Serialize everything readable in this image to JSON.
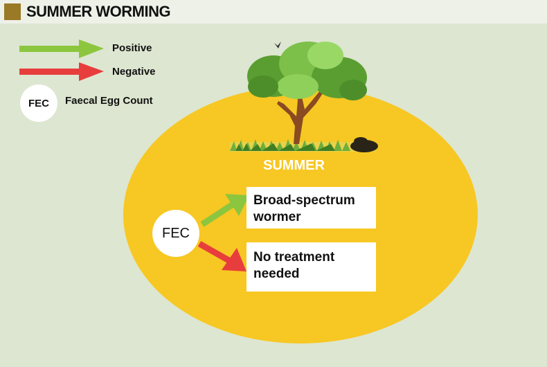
{
  "header": {
    "title": "SUMMER WORMING"
  },
  "legend": {
    "positive_label": "Positive",
    "negative_label": "Negative",
    "fec_abbr": "FEC",
    "fec_label": "Faecal Egg Count"
  },
  "diagram": {
    "season": "SUMMER",
    "fec_node": "FEC",
    "outcome_positive": "Broad-spectrum wormer",
    "outcome_negative": "No treatment needed"
  },
  "colors": {
    "positive": "#8cc63f",
    "negative": "#e83d3d",
    "ellipse": "#f7c723",
    "background": "#dde6d0",
    "title_square": "#9a7a26"
  },
  "icons": [
    "tree-icon",
    "bird-icon",
    "dung-icon"
  ]
}
